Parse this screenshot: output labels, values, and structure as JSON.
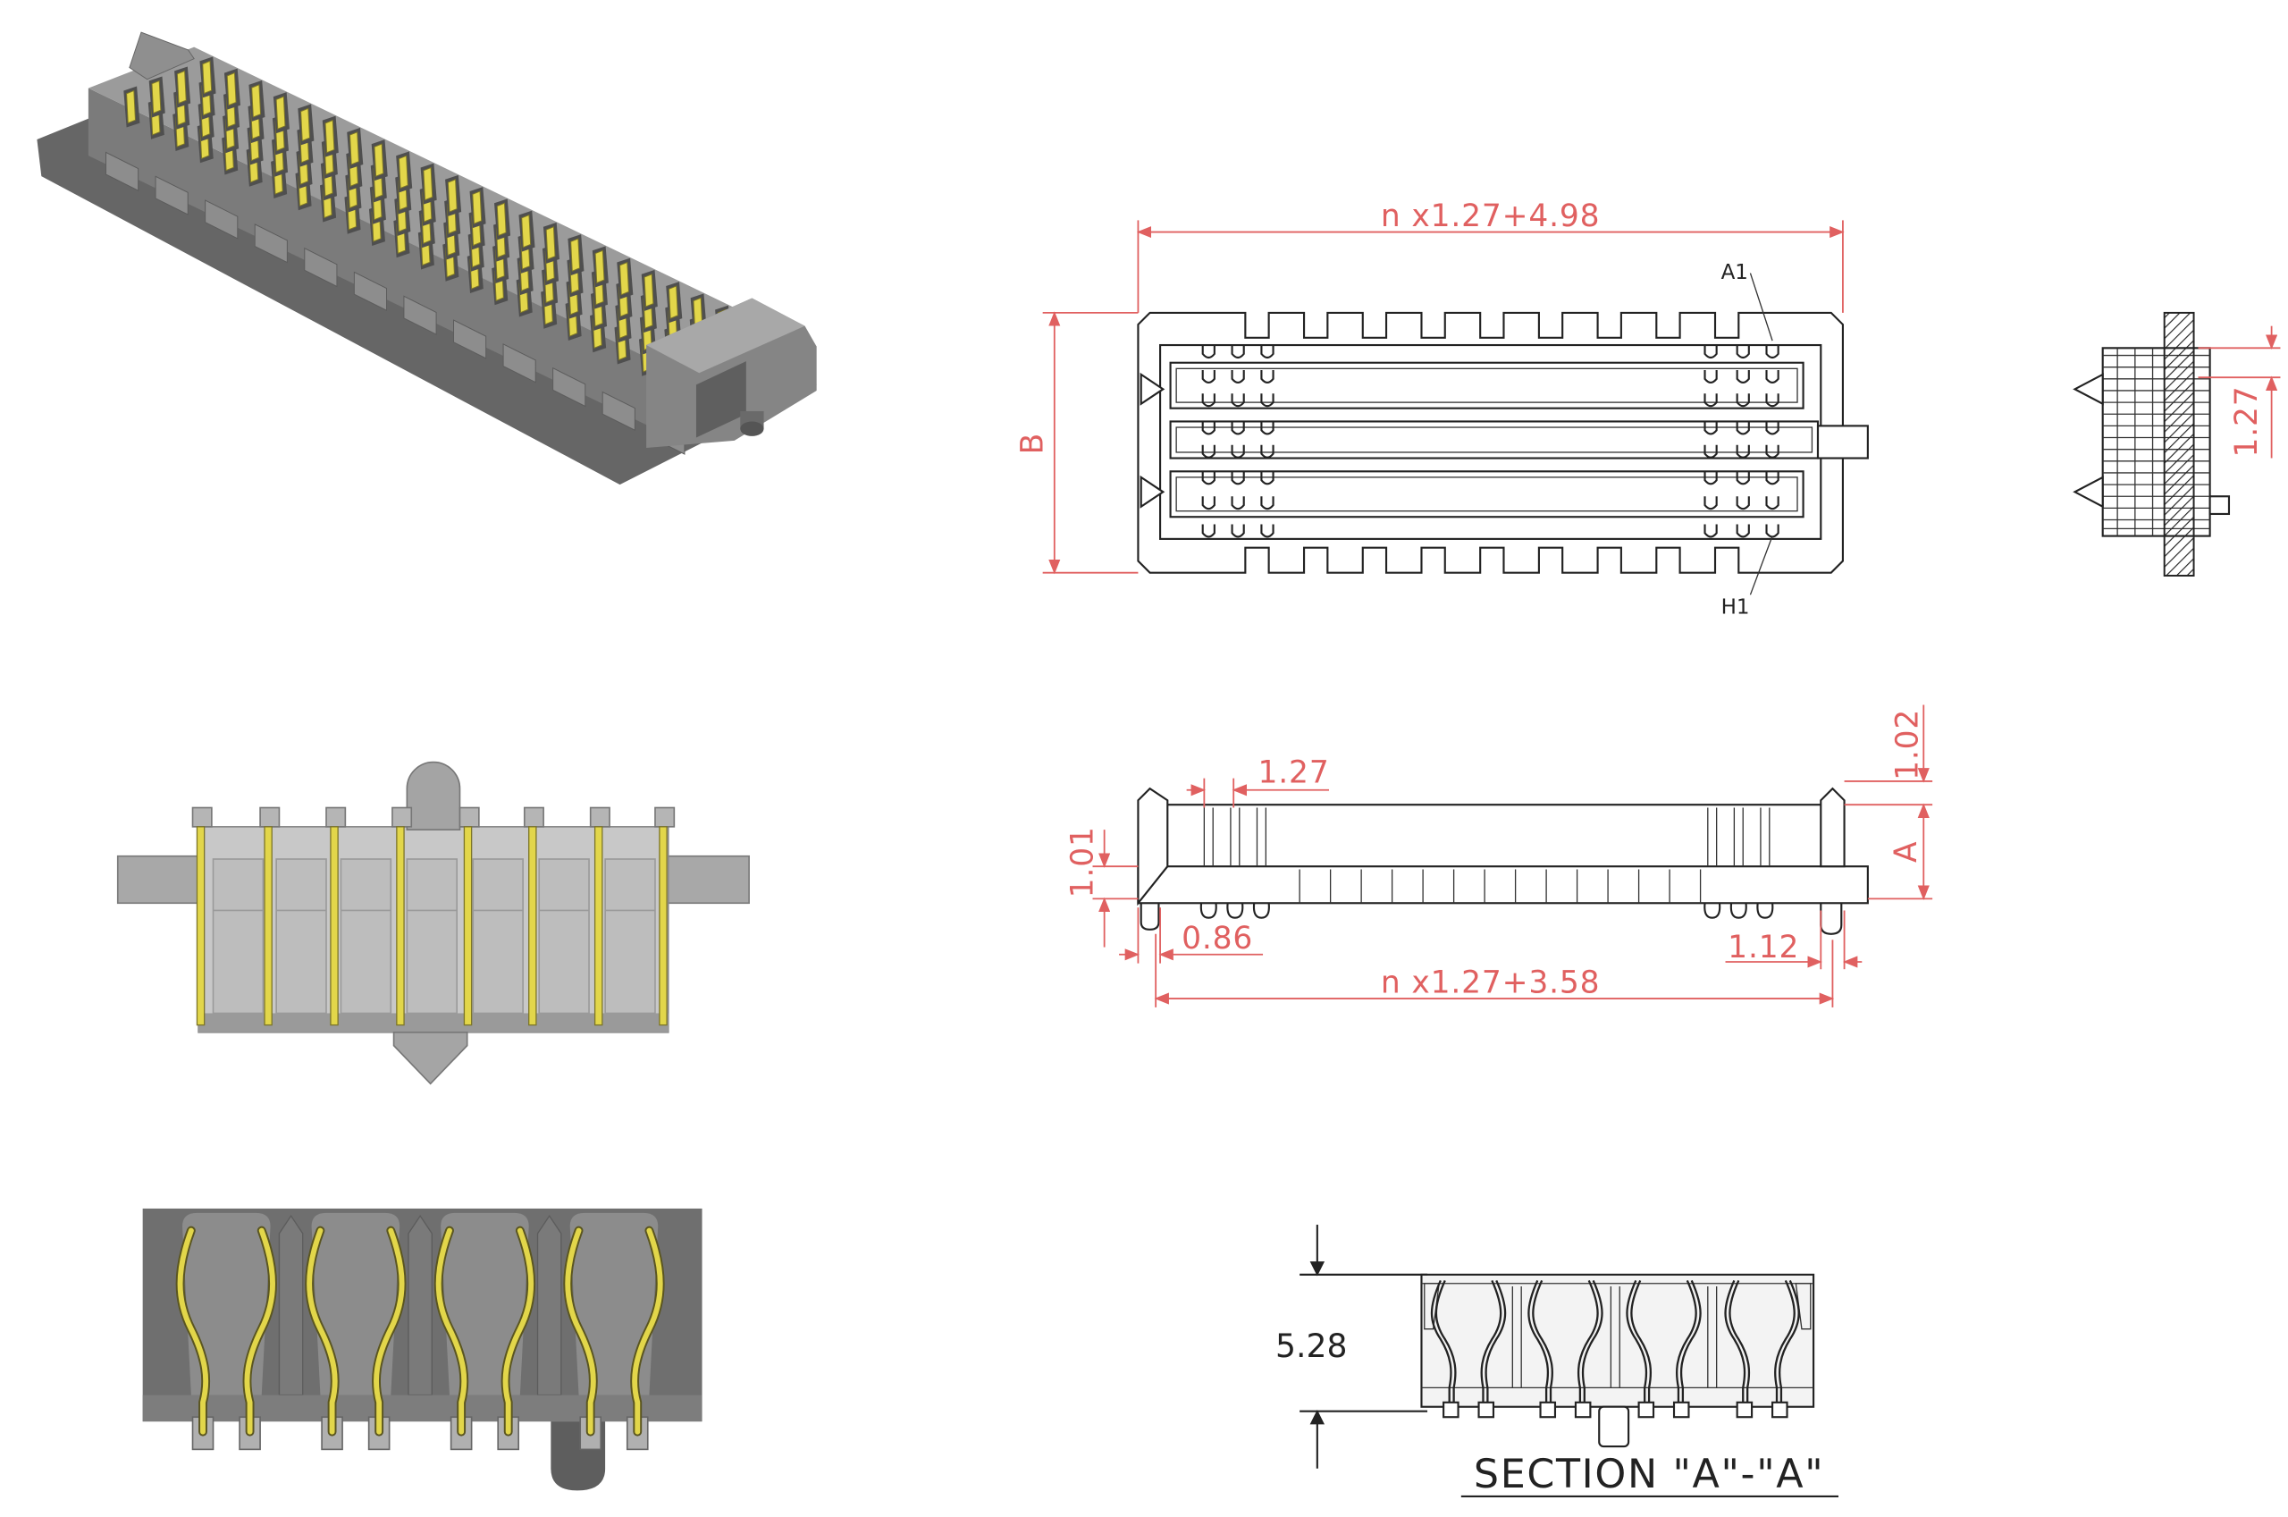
{
  "top_view": {
    "overall_width_dim": "n x1.27+4.98",
    "depth_label": "B",
    "pin_a1_label": "A1",
    "pin_h1_label": "H1"
  },
  "end_view": {
    "pitch_dim": "1.27"
  },
  "front_view": {
    "pitch_dim": "1.27",
    "post_height_dim": "1.02",
    "height_label": "A",
    "flange_dim": "1.01",
    "peg_offset_dim": "0.86",
    "end_offset_dim": "1.12",
    "overall_length_dim": "n x1.27+3.58"
  },
  "section_view": {
    "height_dim": "5.28",
    "title": "SECTION \"A\"-\"A\""
  },
  "colors": {
    "dimension": "#e06060",
    "pin": "#e2d64a",
    "body": "#8a8a8a",
    "line": "#222222"
  }
}
